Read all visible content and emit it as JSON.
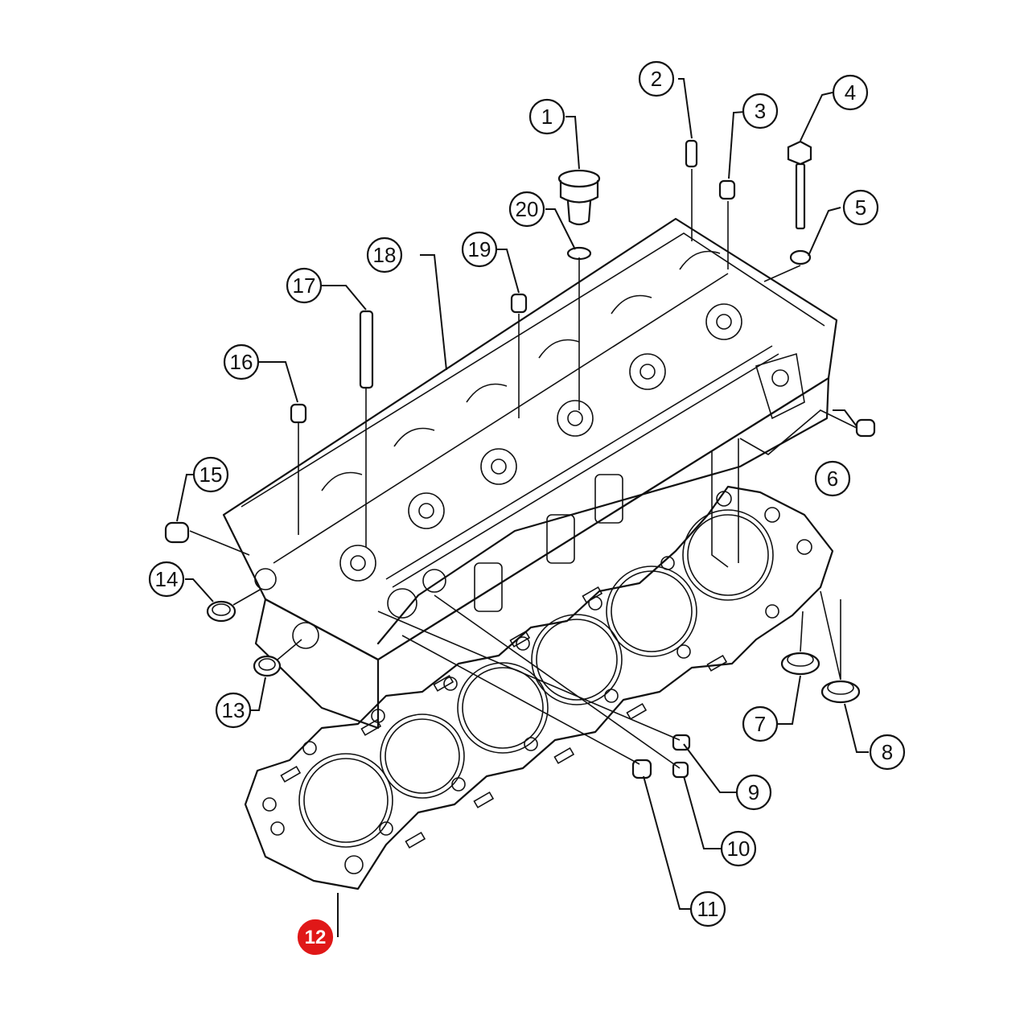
{
  "highlight_color": "#e01818",
  "callouts": [
    {
      "id": "1",
      "highlighted": false
    },
    {
      "id": "2",
      "highlighted": false
    },
    {
      "id": "3",
      "highlighted": false
    },
    {
      "id": "4",
      "highlighted": false
    },
    {
      "id": "5",
      "highlighted": false
    },
    {
      "id": "6",
      "highlighted": false
    },
    {
      "id": "7",
      "highlighted": false
    },
    {
      "id": "8",
      "highlighted": false
    },
    {
      "id": "9",
      "highlighted": false
    },
    {
      "id": "10",
      "highlighted": false
    },
    {
      "id": "11",
      "highlighted": false
    },
    {
      "id": "12",
      "highlighted": true
    },
    {
      "id": "13",
      "highlighted": false
    },
    {
      "id": "14",
      "highlighted": false
    },
    {
      "id": "15",
      "highlighted": false
    },
    {
      "id": "16",
      "highlighted": false
    },
    {
      "id": "17",
      "highlighted": false
    },
    {
      "id": "18",
      "highlighted": false
    },
    {
      "id": "19",
      "highlighted": false
    },
    {
      "id": "20",
      "highlighted": false
    }
  ]
}
